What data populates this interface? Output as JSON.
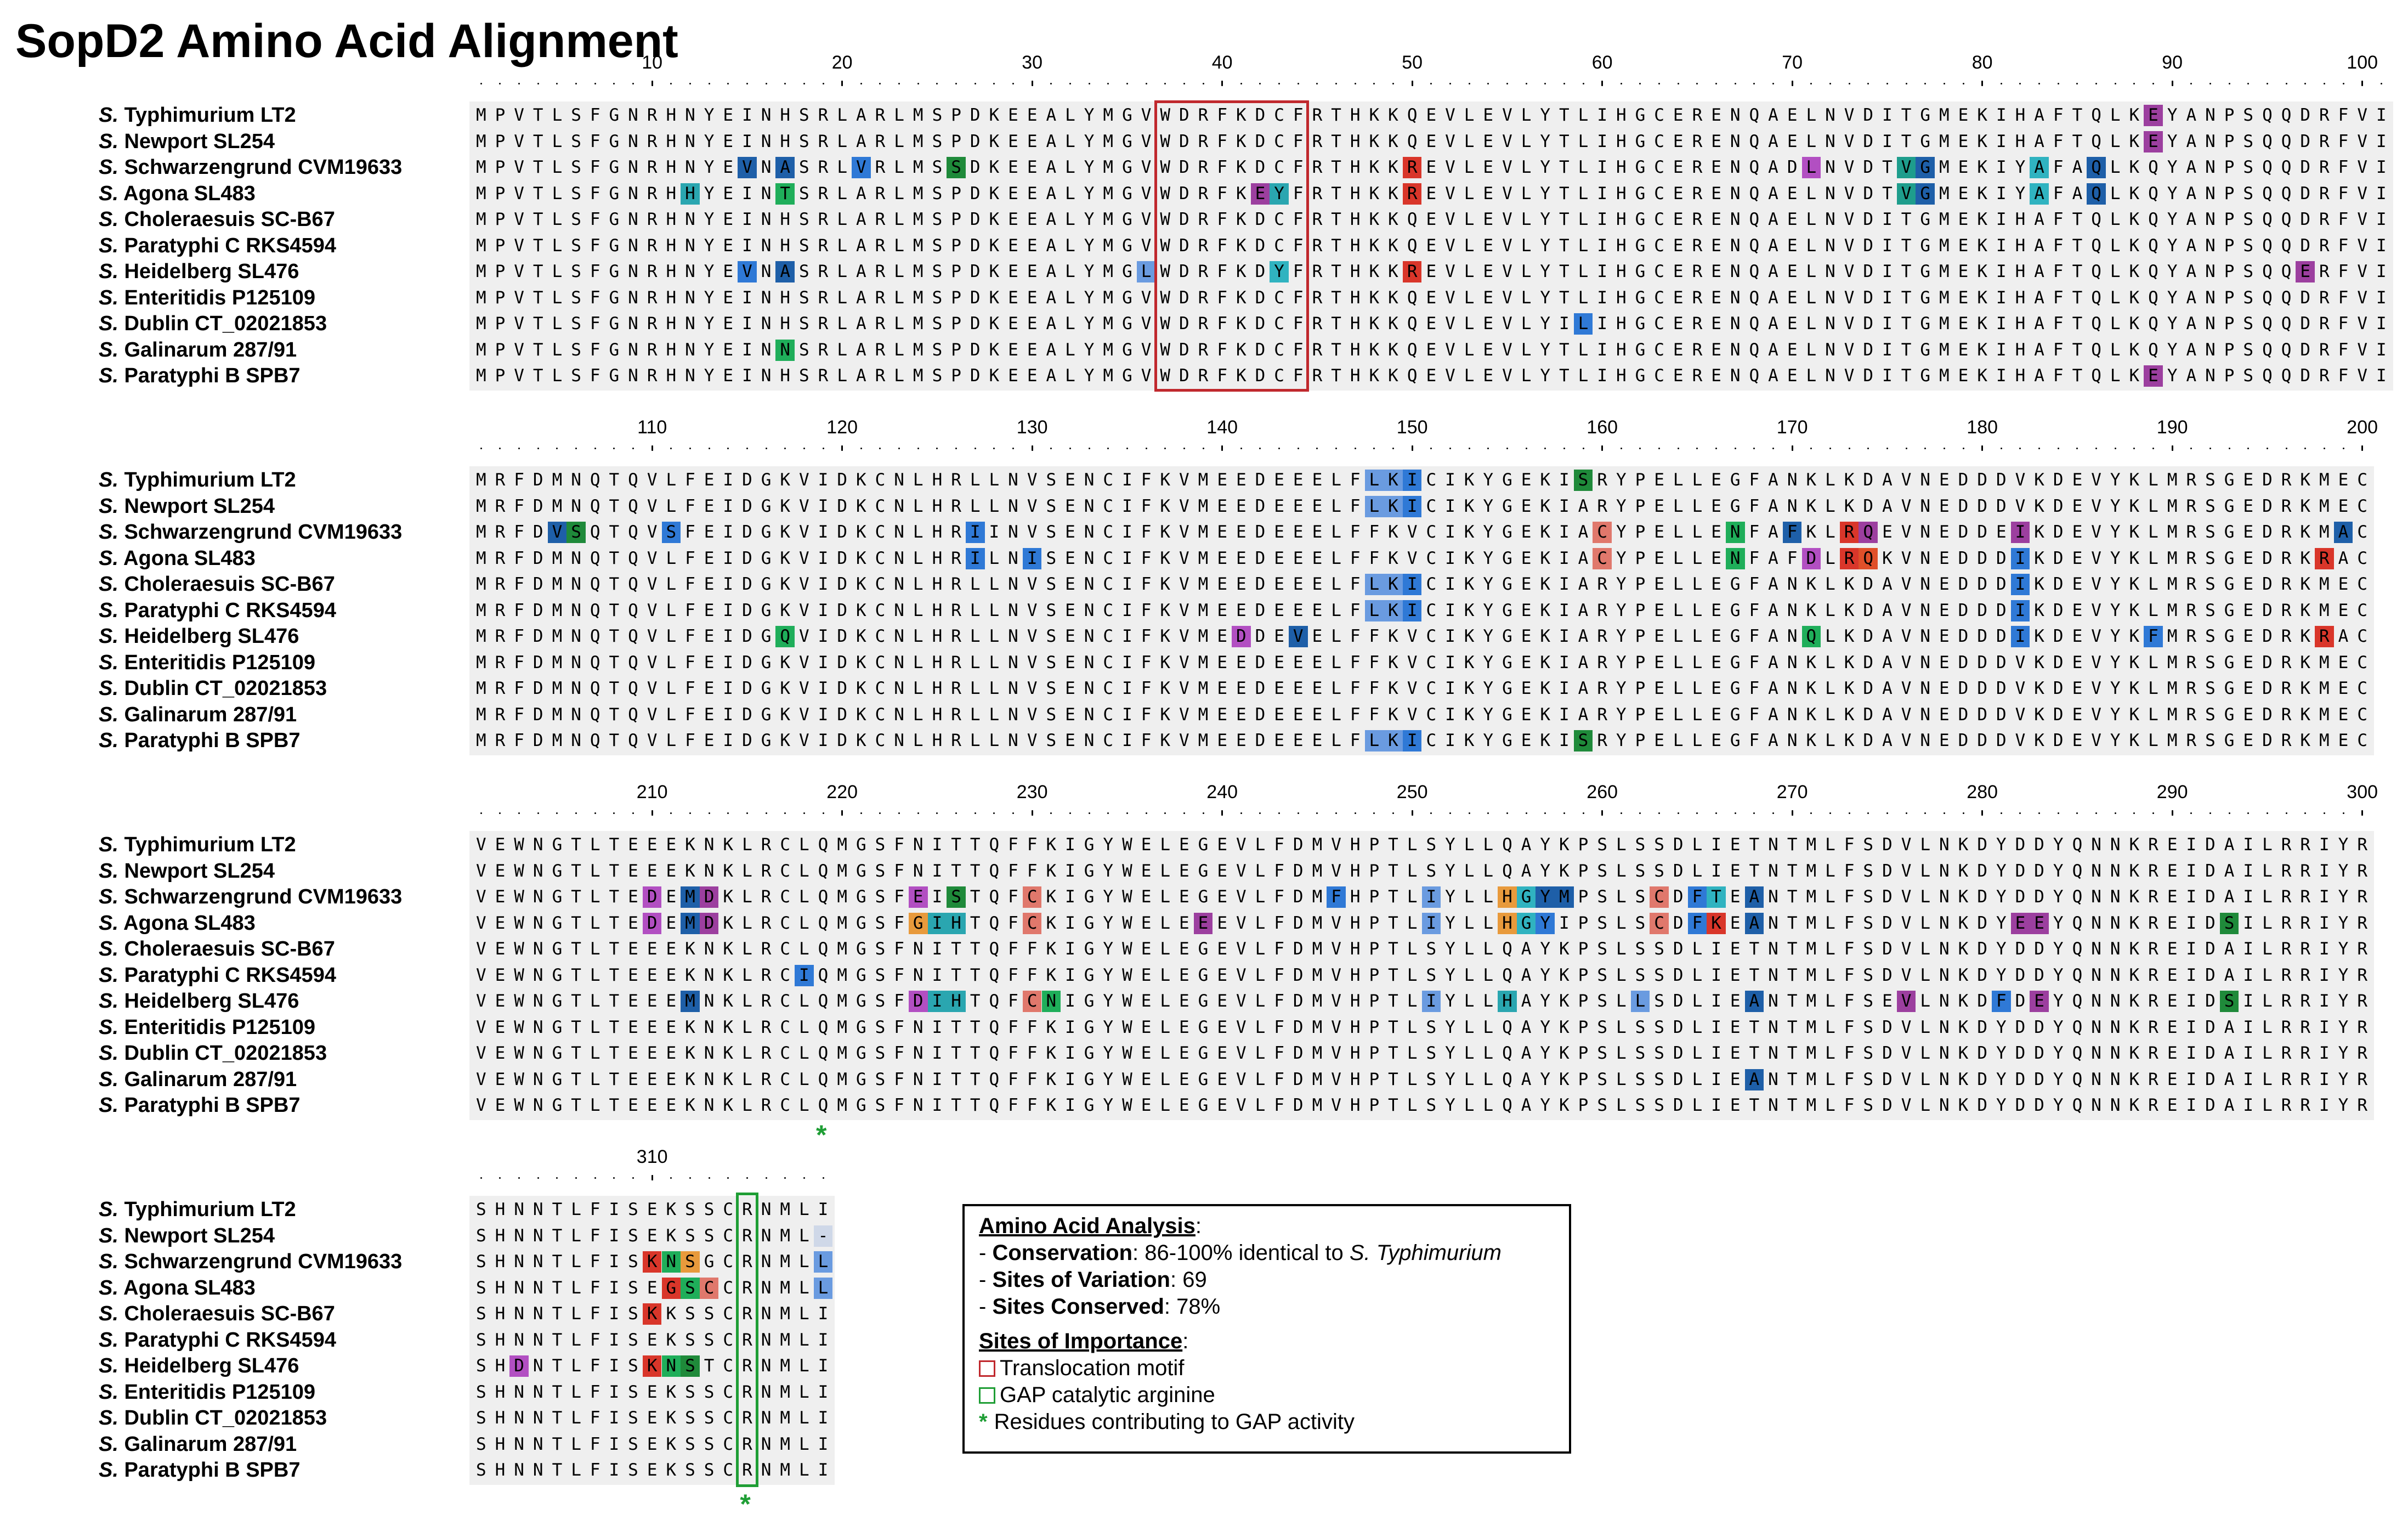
{
  "title": "SopD2 Amino Acid Alignment",
  "species": [
    {
      "genus": "S.",
      "strain": "Typhimurium LT2"
    },
    {
      "genus": "S.",
      "strain": "Newport SL254"
    },
    {
      "genus": "S.",
      "strain": "Schwarzengrund CVM19633"
    },
    {
      "genus": "S.",
      "strain": "Agona SL483"
    },
    {
      "genus": "S.",
      "strain": "Choleraesuis SC-B67"
    },
    {
      "genus": "S.",
      "strain": "Paratyphi C RKS4594"
    },
    {
      "genus": "S.",
      "strain": "Heidelberg SL476"
    },
    {
      "genus": "S.",
      "strain": "Enteritidis P125109"
    },
    {
      "genus": "S.",
      "strain": "Dublin CT_02021853"
    },
    {
      "genus": "S.",
      "strain": "Galinarum 287/91"
    },
    {
      "genus": "S.",
      "strain": "Paratyphi B SPB7"
    }
  ],
  "blocks": [
    {
      "start": 1,
      "ruler": [
        "10",
        "20",
        "30",
        "40",
        "50",
        "60",
        "70",
        "80",
        "90",
        "100"
      ],
      "rows": [
        "MPVTLSFGNRHNYEINHSRLARLMSPDKEEALYMGVWDRFKDCFRTHKKQEVLEVLYTLIHGCERENQAELNVDITGMEKIHAFTQLKEYANPSQQDRFVI",
        "MPVTLSFGNRHNYEINHSRLARLMSPDKEEALYMGVWDRFKDCFRTHKKQEVLEVLYTLIHGCERENQAELNVDITGMEKIHAFTQLKEYANPSQQDRFVI",
        "MPVTLSFGNRHNYEVNASRLVRLMSSDKEEALYMGVWDRFKDCFRTHKKREVLEVLYTLIHGCERENQADLNVDTVGMEKIYAFAQLKQYANPSQQDRFVI",
        "MPVTLSFGNRHHYEINTSRLARLMSPDKEEALYMGVWDRFKEYFRTHKKREVLEVLYTLIHGCERENQAELNVDTVGMEKIYAFAQLKQYANPSQQDRFVI",
        "MPVTLSFGNRHNYEINHSRLARLMSPDKEEALYMGVWDRFKDCFRTHKKQEVLEVLYTLIHGCERENQAELNVDITGMEKIHAFTQLKQYANPSQQDRFVI",
        "MPVTLSFGNRHNYEINHSRLARLMSPDKEEALYMGVWDRFKDCFRTHKKQEVLEVLYTLIHGCERENQAELNVDITGMEKIHAFTQLKQYANPSQQDRFVI",
        "MPVTLSFGNRHNYEVNASRLARLMSPDKEEALYMGLWDRFKDYFRTHKKREVLEVLYTLIHGCERENQAELNVDITGMEKIHAFTQLKQYANPSQQERFVI",
        "MPVTLSFGNRHNYEINHSRLARLMSPDKEEALYMGVWDRFKDCFRTHKKQEVLEVLYTLIHGCERENQAELNVDITGMEKIHAFTQLKQYANPSQQDRFVI",
        "MPVTLSFGNRHNYEINHSRLARLMSPDKEEALYMGVWDRFKDCFRTHKKQEVLEVLYILIHGCERENQAELNVDITGMEKIHAFTQLKQYANPSQQDRFVI",
        "MPVTLSFGNRHNYEINNSRLARLMSPDKEEALYMGVWDRFKDCFRTHKKQEVLEVLYTLIHGCERENQAELNVDITGMEKIHAFTQLKQYANPSQQDRFVI",
        "MPVTLSFGNRHNYEINHSRLARLMSPDKEEALYMGVWDRFKDCFRTHKKQEVLEVLYTLIHGCERENQAELNVDITGMEKIHAFTQLKEYANPSQQDRFVI"
      ],
      "highlights": [
        [
          [
            89,
            "#9c3f9f"
          ]
        ],
        [
          [
            89,
            "#9c3f9f"
          ]
        ],
        [
          [
            15,
            "#1e5fa8"
          ],
          [
            17,
            "#1e5fa8"
          ],
          [
            21,
            "#2f79d6"
          ],
          [
            26,
            "#1f8a3a"
          ],
          [
            50,
            "#d9362a"
          ],
          [
            71,
            "#b24fc2"
          ],
          [
            76,
            "#1e9d8c"
          ],
          [
            77,
            "#1e5fa8"
          ],
          [
            83,
            "#30b3c0"
          ],
          [
            86,
            "#1e5fa8"
          ]
        ],
        [
          [
            12,
            "#2aa6b0"
          ],
          [
            17,
            "#1fae5a"
          ],
          [
            42,
            "#9c3f9f"
          ],
          [
            43,
            "#2aa6b0"
          ],
          [
            50,
            "#d9362a"
          ],
          [
            76,
            "#1e9d8c"
          ],
          [
            77,
            "#1e5fa8"
          ],
          [
            83,
            "#30b3c0"
          ],
          [
            86,
            "#1e5fa8"
          ]
        ],
        [],
        [],
        [
          [
            15,
            "#2f79d6"
          ],
          [
            17,
            "#1e5fa8"
          ],
          [
            36,
            "#6a9be0"
          ],
          [
            43,
            "#30b3c0"
          ],
          [
            50,
            "#d9362a"
          ],
          [
            97,
            "#9c3f9f"
          ]
        ],
        [],
        [
          [
            59,
            "#2f79d6"
          ]
        ],
        [
          [
            17,
            "#1fae5a"
          ]
        ],
        [
          [
            89,
            "#9c3f9f"
          ]
        ]
      ]
    },
    {
      "start": 101,
      "ruler": [
        "110",
        "120",
        "130",
        "140",
        "150",
        "160",
        "170",
        "180",
        "190",
        "200"
      ],
      "rows": [
        "MRFDMNQTQVLFEIDGKVIDKCNLHRLLNVSENCIFKVMEEDEEELFLKICIKYGEKISRYPELLEGFANKLKDAVNEDDDVKDEVYKLMRSGEDRKMEC",
        "MRFDMNQTQVLFEIDGKVIDKCNLHRLLNVSENCIFKVMEEDEEELFLKICIKYGEKIARYPELLEGFANKLKDAVNEDDDVKDEVYKLMRSGEDRKMEC",
        "MRFDVSQTQVSFEIDGKVIDKCNLHRIINVSENCIFKVMEEDEEELFFKVCIKYGEKIACYPELLENFAFKLRQEVNEDDEIKDEVYKLMRSGEDRKMAC",
        "MRFDMNQTQVLFEIDGKVIDKCNLHRILNISENCIFKVMEEDEEELFFKVCIKYGEKIACYPELLENFAFDLRQKVNEDDDIKDEVYKLMRSGEDRKRAC",
        "MRFDMNQTQVLFEIDGKVIDKCNLHRLLNVSENCIFKVMEEDEEELFLKICIKYGEKIARYPELLEGFANKLKDAVNEDDDIKDEVYKLMRSGEDRKMEC",
        "MRFDMNQTQVLFEIDGKVIDKCNLHRLLNVSENCIFKVMEEDEEELFLKICIKYGEKIARYPELLEGFANKLKDAVNEDDDIKDEVYKLMRSGEDRKMEC",
        "MRFDMNQTQVLFEIDGQVIDKCNLHRLLNVSENCIFKVMEDDEVELFFKVCIKYGEKIARYPELLEGFANQLKDAVNEDDDIKDEVYKFMRSGEDRKRAC",
        "MRFDMNQTQVLFEIDGKVIDKCNLHRLLNVSENCIFKVMEEDEEELFFKVCIKYGEKIARYPELLEGFANKLKDAVNEDDDVKDEVYKLMRSGEDRKMEC",
        "MRFDMNQTQVLFEIDGKVIDKCNLHRLLNVSENCIFKVMEEDEEELFFKVCIKYGEKIARYPELLEGFANKLKDAVNEDDDVKDEVYKLMRSGEDRKMEC",
        "MRFDMNQTQVLFEIDGKVIDKCNLHRLLNVSENCIFKVMEEDEEELFFKVCIKYGEKIARYPELLEGFANKLKDAVNEDDDVKDEVYKLMRSGEDRKMEC",
        "MRFDMNQTQVLFEIDGKVIDKCNLHRLLNVSENCIFKVMEEDEEELFLKICIKYGEKISRYPELLEGFANKLKDAVNEDDDVKDEVYKLMRSGEDRKMEC"
      ],
      "highlights": [
        [
          [
            48,
            "#6a9be0"
          ],
          [
            49,
            "#6a9be0"
          ],
          [
            50,
            "#2f79d6"
          ],
          [
            59,
            "#1f8a3a"
          ]
        ],
        [
          [
            48,
            "#6a9be0"
          ],
          [
            49,
            "#6a9be0"
          ],
          [
            50,
            "#2f79d6"
          ]
        ],
        [
          [
            5,
            "#1e5fa8"
          ],
          [
            6,
            "#1f8a3a"
          ],
          [
            11,
            "#2f79d6"
          ],
          [
            27,
            "#2f79d6"
          ],
          [
            60,
            "#e0786c"
          ],
          [
            67,
            "#1fae5a"
          ],
          [
            70,
            "#1e5fa8"
          ],
          [
            73,
            "#d9362a"
          ],
          [
            74,
            "#9c3f9f"
          ],
          [
            82,
            "#9c3f9f"
          ],
          [
            99,
            "#1e5fa8"
          ]
        ],
        [
          [
            27,
            "#2f79d6"
          ],
          [
            30,
            "#2f79d6"
          ],
          [
            60,
            "#e0786c"
          ],
          [
            67,
            "#1fae5a"
          ],
          [
            71,
            "#b24fc2"
          ],
          [
            73,
            "#d9362a"
          ],
          [
            74,
            "#e0502a"
          ],
          [
            82,
            "#2f79d6"
          ],
          [
            98,
            "#d9362a"
          ]
        ],
        [
          [
            48,
            "#6a9be0"
          ],
          [
            49,
            "#6a9be0"
          ],
          [
            50,
            "#2f79d6"
          ],
          [
            82,
            "#2f79d6"
          ]
        ],
        [
          [
            48,
            "#6a9be0"
          ],
          [
            49,
            "#6a9be0"
          ],
          [
            50,
            "#2f79d6"
          ],
          [
            82,
            "#2f79d6"
          ]
        ],
        [
          [
            17,
            "#1fae5a"
          ],
          [
            41,
            "#b24fc2"
          ],
          [
            44,
            "#1e5fa8"
          ],
          [
            71,
            "#1fae5a"
          ],
          [
            82,
            "#2f79d6"
          ],
          [
            89,
            "#2f79d6"
          ],
          [
            98,
            "#d9362a"
          ]
        ],
        [],
        [],
        [],
        [
          [
            48,
            "#6a9be0"
          ],
          [
            49,
            "#6a9be0"
          ],
          [
            50,
            "#2f79d6"
          ],
          [
            59,
            "#1f8a3a"
          ]
        ]
      ]
    },
    {
      "start": 201,
      "ruler": [
        "210",
        "220",
        "230",
        "240",
        "250",
        "260",
        "270",
        "280",
        "290",
        "300"
      ],
      "rows": [
        "VEWNGTLTEEEKNKLRCLQMGSFNITTQFFKIGYWELEGEVLFDMVHPTLSYLLQAYKPSLSSDLIETNTMLFSDVLNKDYDDYQNNKREIDAILRRIYR",
        "VEWNGTLTEEEKNKLRCLQMGSFNITTQFFKIGYWELEGEVLFDMVHPTLSYLLQAYKPSLSSDLIETNTMLFSDVLNKDYDDYQNNKREIDAILRRIYR",
        "VEWNGTLTEDEMDKLRCLQMGSFEISTQFCKIGYWELEGEVLFDMFHPTLIYLLHGYMPSLSCDFTEANTMLFSDVLNKDYDDYQNNKREIDAILRRIYR",
        "VEWNGTLTEDEMDKLRCLQMGSFGIHTQFCKIGYWELEEEVLFDMVHPTLIYLLHGYIPSLSCDFKEANTMLFSDVLNKDYEEYQNNKREIDSILRRIYR",
        "VEWNGTLTEEEKNKLRCLQMGSFNITTQFFKIGYWELEGEVLFDMVHPTLSYLLQAYKPSLSSDLIETNTMLFSDVLNKDYDDYQNNKREIDAILRRIYR",
        "VEWNGTLTEEEKNKLRCIQMGSFNITTQFFKIGYWELEGEVLFDMVHPTLSYLLQAYKPSLSSDLIETNTMLFSDVLNKDYDDYQNNKREIDAILRRIYR",
        "VEWNGTLTEEEMNKLRCLQMGSFDIHTQFCNIGYWELEGEVLFDMVHPTLIYLLHAYKPSLLSDLIEANTMLFSEVLNKDFDEYQNNKREIDSILRRIYR",
        "VEWNGTLTEEEKNKLRCLQMGSFNITTQFFKIGYWELEGEVLFDMVHPTLSYLLQAYKPSLSSDLIETNTMLFSDVLNKDYDDYQNNKREIDAILRRIYR",
        "VEWNGTLTEEEKNKLRCLQMGSFNITTQFFKIGYWELEGEVLFDMVHPTLSYLLQAYKPSLSSDLIETNTMLFSDVLNKDYDDYQNNKREIDAILRRIYR",
        "VEWNGTLTEEEKNKLRCLQMGSFNITTQFFKIGYWELEGEVLFDMVHPTLSYLLQAYKPSLSSDLIEANTMLFSDVLNKDYDDYQNNKREIDAILRRIYR",
        "VEWNGTLTEEEKNKLRCLQMGSFNITTQFFKIGYWELEGEVLFDMVHPTLSYLLQAYKPSLSSDLIETNTMLFSDVLNKDYDDYQNNKREIDAILRRIYR"
      ],
      "highlights": [
        [],
        [],
        [
          [
            10,
            "#b24fc2"
          ],
          [
            12,
            "#1e5fa8"
          ],
          [
            13,
            "#9c3f9f"
          ],
          [
            24,
            "#b24fc2"
          ],
          [
            26,
            "#1f8a3a"
          ],
          [
            30,
            "#e0786c"
          ],
          [
            46,
            "#2f79d6"
          ],
          [
            51,
            "#6a9be0"
          ],
          [
            55,
            "#e89a3c"
          ],
          [
            56,
            "#30b3c0"
          ],
          [
            57,
            "#1e5fa8"
          ],
          [
            58,
            "#1e5fa8"
          ],
          [
            63,
            "#e0786c"
          ],
          [
            65,
            "#2f79d6"
          ],
          [
            66,
            "#30b3c0"
          ],
          [
            68,
            "#1e5fa8"
          ]
        ],
        [
          [
            10,
            "#b24fc2"
          ],
          [
            12,
            "#1e5fa8"
          ],
          [
            13,
            "#9c3f9f"
          ],
          [
            24,
            "#e89a3c"
          ],
          [
            25,
            "#2aa6b0"
          ],
          [
            26,
            "#2aa6b0"
          ],
          [
            30,
            "#e0786c"
          ],
          [
            39,
            "#9c3f9f"
          ],
          [
            51,
            "#6a9be0"
          ],
          [
            55,
            "#e89a3c"
          ],
          [
            56,
            "#30b3c0"
          ],
          [
            57,
            "#2f79d6"
          ],
          [
            63,
            "#e0786c"
          ],
          [
            65,
            "#2f79d6"
          ],
          [
            66,
            "#d9362a"
          ],
          [
            68,
            "#1e5fa8"
          ],
          [
            82,
            "#9c3f9f"
          ],
          [
            83,
            "#9c3f9f"
          ],
          [
            93,
            "#1f8a3a"
          ]
        ],
        [],
        [
          [
            18,
            "#2f79d6"
          ]
        ],
        [
          [
            12,
            "#1e5fa8"
          ],
          [
            24,
            "#b24fc2"
          ],
          [
            25,
            "#2aa6b0"
          ],
          [
            26,
            "#2aa6b0"
          ],
          [
            30,
            "#e0786c"
          ],
          [
            31,
            "#1fae5a"
          ],
          [
            51,
            "#6a9be0"
          ],
          [
            55,
            "#2aa6b0"
          ],
          [
            62,
            "#6a9be0"
          ],
          [
            68,
            "#1e5fa8"
          ],
          [
            76,
            "#9c3f9f"
          ],
          [
            81,
            "#2f79d6"
          ],
          [
            83,
            "#9c3f9f"
          ],
          [
            93,
            "#1f8a3a"
          ]
        ],
        [],
        [],
        [
          [
            68,
            "#1e5fa8"
          ]
        ],
        []
      ]
    },
    {
      "start": 301,
      "ruler": [
        "310"
      ],
      "rows": [
        "SHNNTLFISEKSSCRNMLI",
        "SHNNTLFISEKSSCRNML-",
        "SHNNTLFISKNSGCRNMLL",
        "SHNNTLFISEGSCCRNMLL",
        "SHNNTLFISKKSSCRNMLI",
        "SHNNTLFISEKSSCRNMLI",
        "SHDNTLFISKNSTCRNMLI",
        "SHNNTLFISEKSSCRNMLI",
        "SHNNTLFISEKSSCRNMLI",
        "SHNNTLFISEKSSCRNMLI",
        "SHNNTLFISEKSSCRNMLI"
      ],
      "highlights": [
        [],
        [
          [
            19,
            "#cfd8e8"
          ]
        ],
        [
          [
            10,
            "#d9362a"
          ],
          [
            11,
            "#1fae5a"
          ],
          [
            12,
            "#e89a3c"
          ],
          [
            19,
            "#6a9be0"
          ]
        ],
        [
          [
            11,
            "#d9362a"
          ],
          [
            12,
            "#1fae5a"
          ],
          [
            13,
            "#e0786c"
          ],
          [
            19,
            "#6a9be0"
          ]
        ],
        [
          [
            10,
            "#d9362a"
          ]
        ],
        [],
        [
          [
            3,
            "#b24fc2"
          ],
          [
            10,
            "#d9362a"
          ],
          [
            11,
            "#1fae5a"
          ],
          [
            12,
            "#1f8a3a"
          ]
        ],
        [],
        [],
        [],
        []
      ]
    }
  ],
  "legend": {
    "analysis_title": "Amino Acid Analysis",
    "conservation_label": "Conservation",
    "conservation_value": ": 86-100% identical to ",
    "conservation_ref": "S. Typhimurium",
    "variation_label": "Sites of Variation",
    "variation_value": ": 69",
    "conserved_label": "Sites Conserved",
    "conserved_value": ": 78%",
    "importance_title": "Sites of Importance",
    "translocation": "Translocation motif",
    "gap_arginine": "GAP catalytic arginine",
    "gap_residues": "Residues contributing to GAP activity",
    "star": "*",
    "colors": {
      "translocation": "#c0282d",
      "gap": "#1f9e35"
    }
  }
}
